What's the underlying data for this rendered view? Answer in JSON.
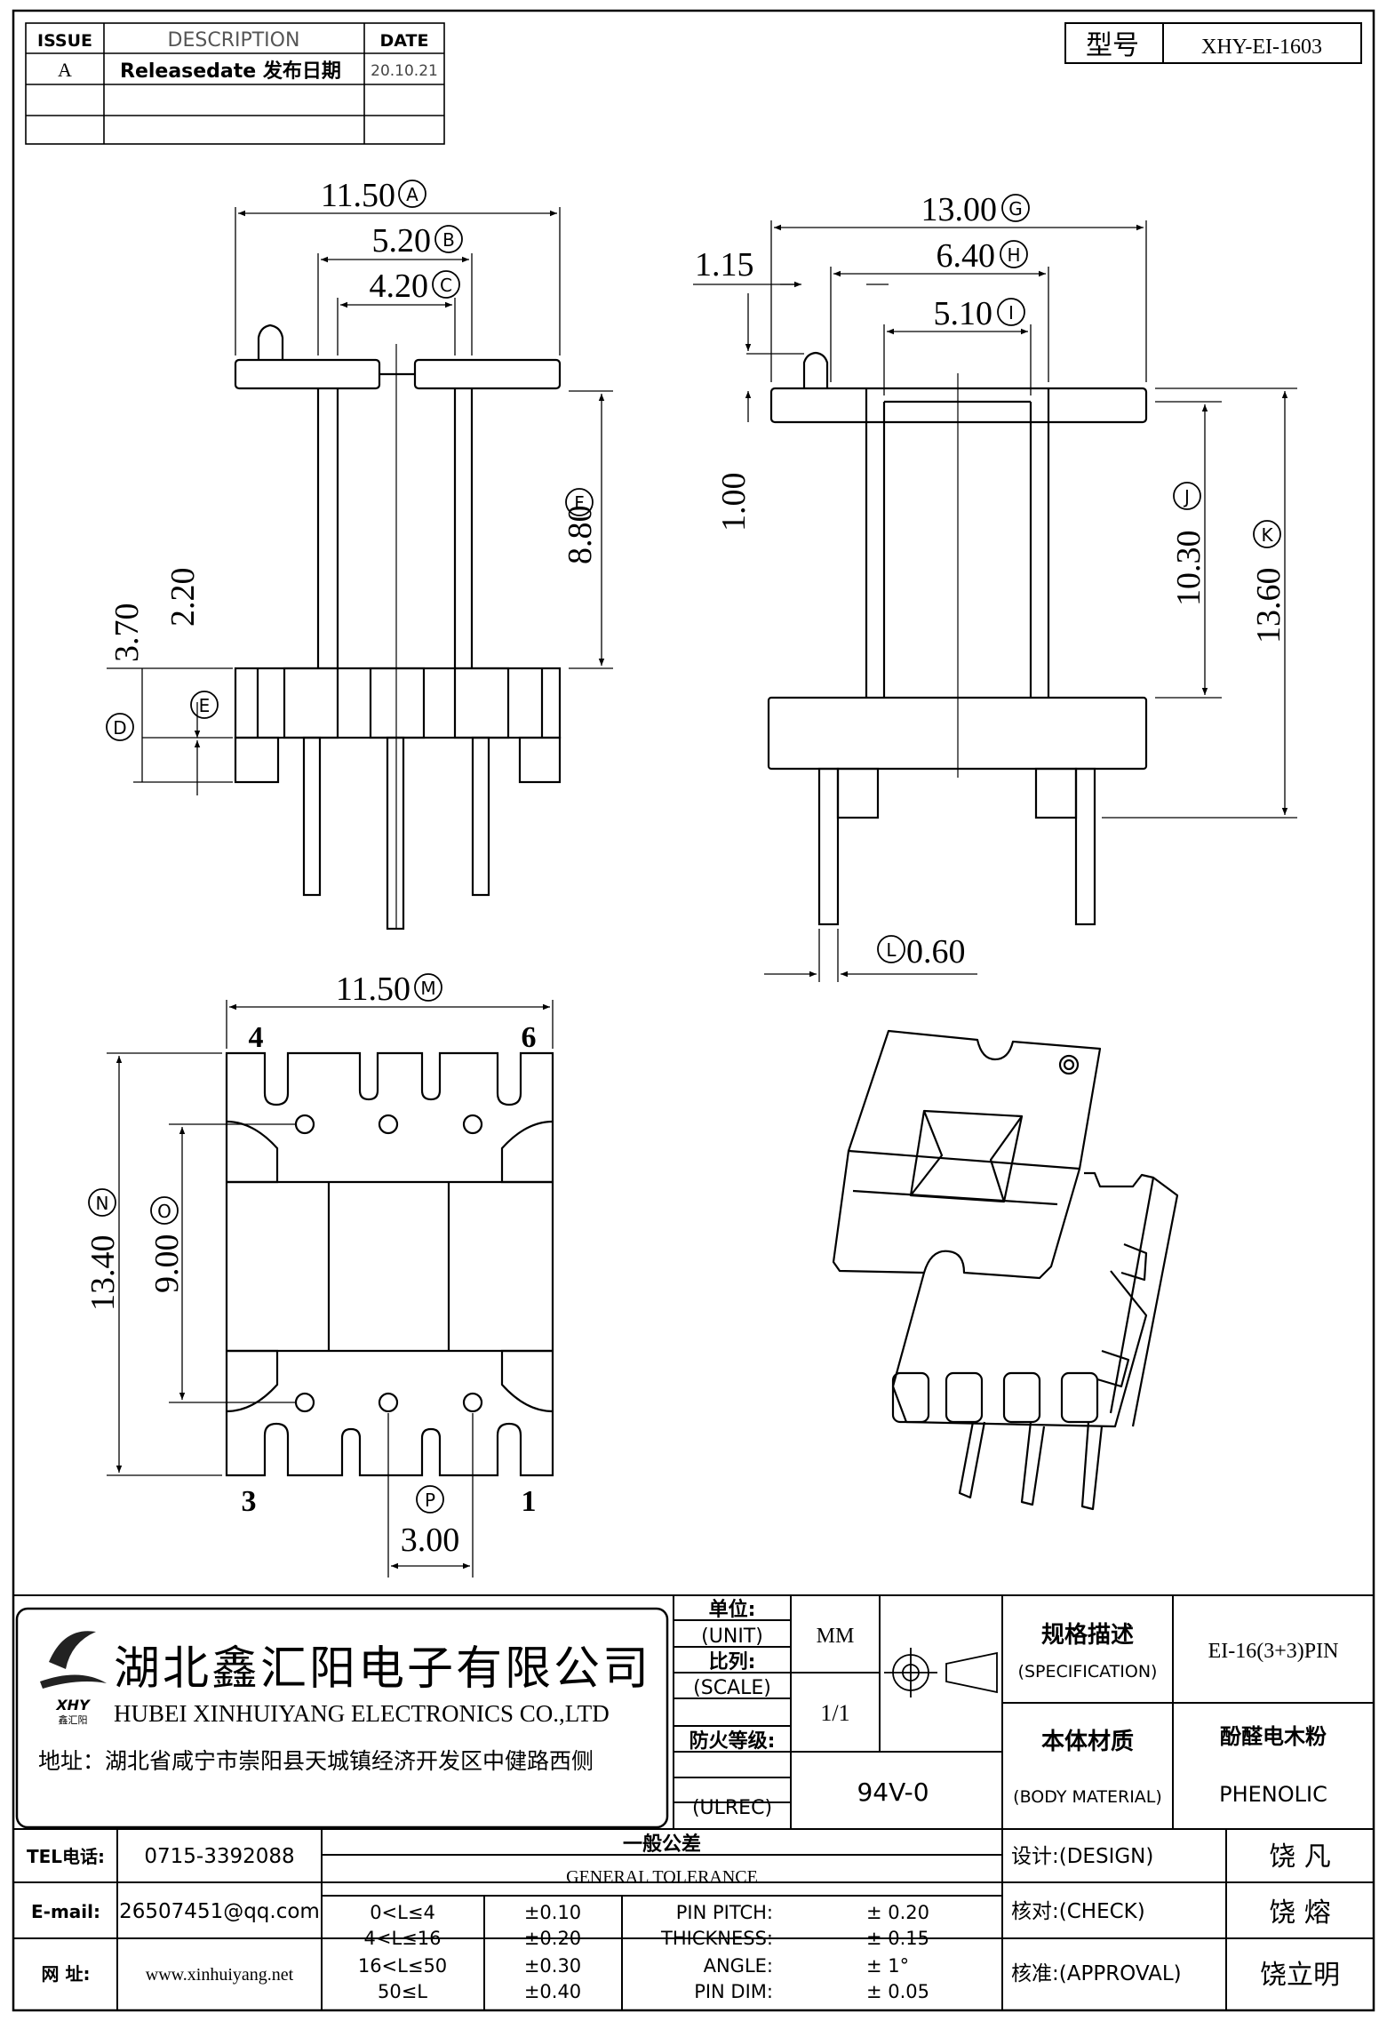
{
  "revision_table": {
    "headers": [
      "ISSUE",
      "DESCRIPTION",
      "DATE"
    ],
    "rows": [
      {
        "issue": "A",
        "description": "Releasedate 发布日期",
        "date": "20.10.21"
      },
      {
        "issue": "",
        "description": "",
        "date": ""
      },
      {
        "issue": "",
        "description": "",
        "date": ""
      }
    ]
  },
  "model": {
    "label": "型号",
    "value": "XHY-EI-1603"
  },
  "side_view_dims": {
    "a": "11.50",
    "b": "5.20",
    "c": "4.20",
    "f": "8.80",
    "h370": "3.70",
    "h220": "2.20",
    "d": "",
    "e": ""
  },
  "front_view_dims": {
    "g": "13.00",
    "h": "6.40",
    "i": "5.10",
    "tab": "1.15",
    "flange": "1.00",
    "j": "10.30",
    "k": "13.60",
    "l": "0.60"
  },
  "bottom_view_dims": {
    "m": "11.50",
    "n": "13.40",
    "o": "9.00",
    "p": "3.00",
    "pin4": "4",
    "pin6": "6",
    "pin3": "3",
    "pin1": "1"
  },
  "dim_letters": {
    "a": "A",
    "b": "B",
    "c": "C",
    "d": "D",
    "e": "E",
    "f": "F",
    "g": "G",
    "h": "H",
    "i": "I",
    "j": "J",
    "k": "K",
    "l": "L",
    "m": "M",
    "n": "N",
    "o": "O",
    "p": "P"
  },
  "company": {
    "name_cn": "湖北鑫汇阳电子有限公司",
    "name_en": "HUBEI XINHUIYANG ELECTRONICS CO.,LTD",
    "address": "地址：湖北省咸宁市崇阳县天城镇经济开发区中健路西侧",
    "logo_text": "XHY",
    "logo_sub": "鑫汇阳"
  },
  "title_block": {
    "unit_cn": "单位:",
    "unit_en": "(UNIT)",
    "unit_value": "MM",
    "scale_cn": "比列:",
    "scale_en": "(SCALE)",
    "scale_value": "1/1",
    "ul_cn": "防火等级:",
    "ul_en": "(ULREC)",
    "ul_value": "94V-0",
    "spec_cn": "规格描述",
    "spec_en": "(SPECIFICATION)",
    "spec_value": "EI-16(3+3)PIN",
    "material_cn": "本体材质",
    "material_en": "(BODY MATERIAL)",
    "material_value_cn": "酚醛电木粉",
    "material_value_en": "PHENOLIC"
  },
  "contact": {
    "tel_label": "TEL电话:",
    "tel": "0715-3392088",
    "email_label": "E-mail:",
    "email": "26507451@qq.com",
    "web_label": "网  址:",
    "web": "www.xinhuiyang.net"
  },
  "tolerance": {
    "title_cn": "一般公差",
    "title_en": "GENERAL TOLERANCE",
    "ranges": [
      {
        "range": "0<L≤4",
        "tol": "±0.10"
      },
      {
        "range": "4<L≤16",
        "tol": "±0.20"
      },
      {
        "range": "16<L≤50",
        "tol": "±0.30"
      },
      {
        "range": "50≤L",
        "tol": "±0.40"
      }
    ],
    "specs": [
      {
        "name": "PIN PITCH:",
        "value": "±  0.20"
      },
      {
        "name": "THICKNESS:",
        "value": "±  0.15"
      },
      {
        "name": "ANGLE:",
        "value": "±  1°"
      },
      {
        "name": "PIN DIM:",
        "value": "±  0.05"
      }
    ]
  },
  "approvals": [
    {
      "label": "设计:(DESIGN)",
      "name": "饶  凡"
    },
    {
      "label": "核对:(CHECK)",
      "name": "饶  熔"
    },
    {
      "label": "核准:(APPROVAL)",
      "name": "饶立明"
    }
  ]
}
